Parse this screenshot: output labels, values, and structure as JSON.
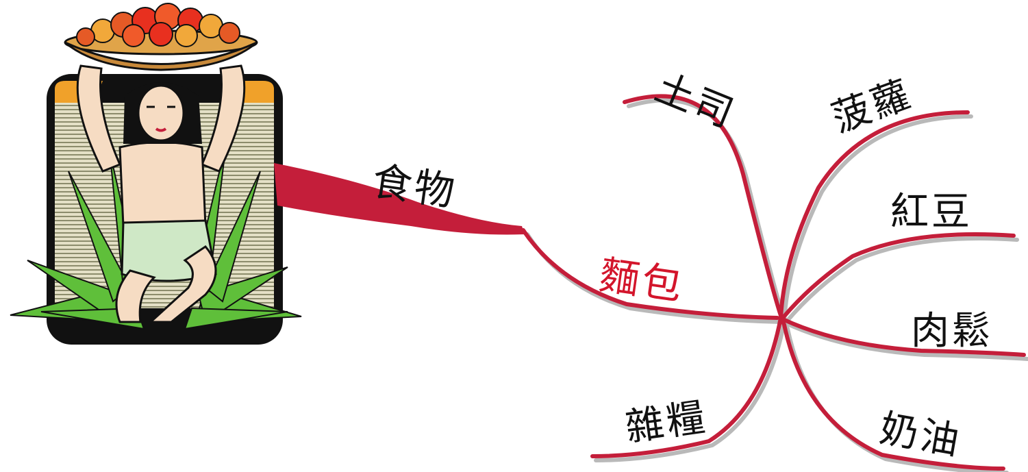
{
  "diagram": {
    "main_branch_label": "食物",
    "sub_branch_label": "麵包",
    "leaf_labels": {
      "toast": "土司",
      "pineapple": "菠蘿",
      "red_bean": "紅豆",
      "meat_floss": "肉鬆",
      "butter": "奶油",
      "multigrain": "雜糧"
    }
  },
  "colors": {
    "branch_red": "#c41e3a",
    "branch_shadow": "#b9b9b9",
    "highlight_text": "#d3152b",
    "text": "#111111"
  },
  "illustration": {
    "icon": "woman-carrying-fruit-basket-icon"
  }
}
